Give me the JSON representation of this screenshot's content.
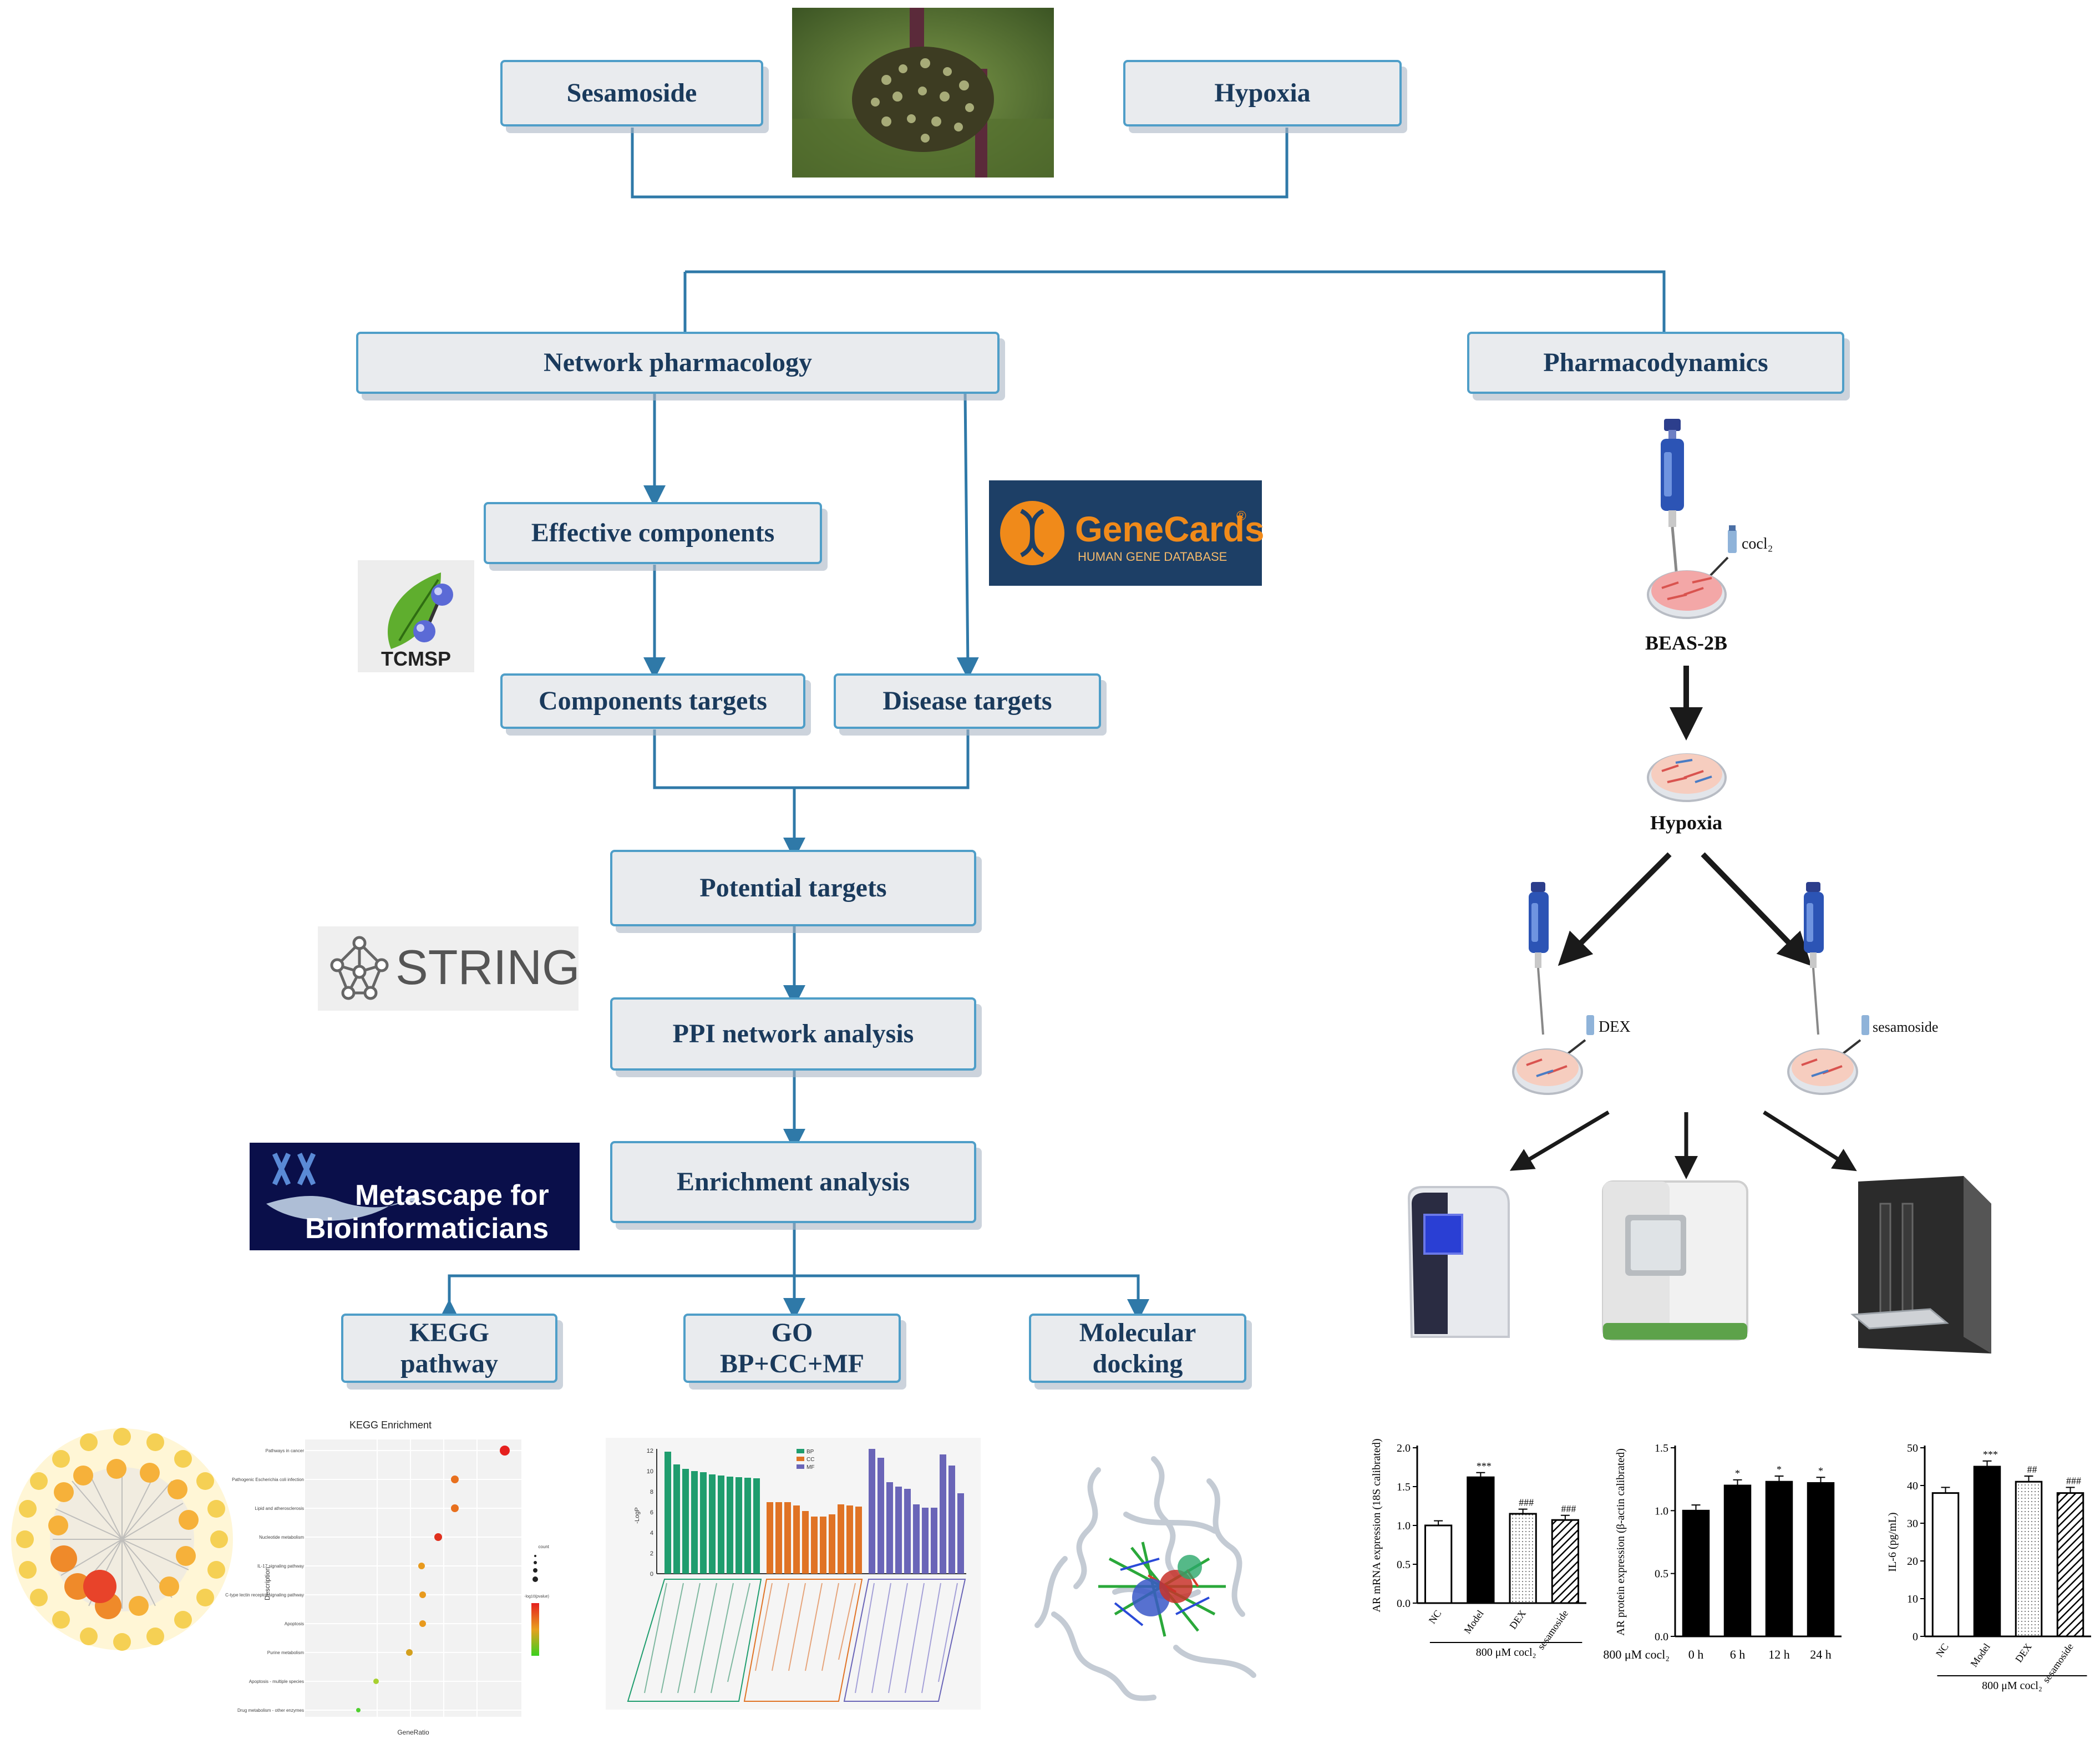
{
  "top": {
    "left_label": "Sesamoside",
    "right_label": "Hypoxia"
  },
  "branches": {
    "network": "Network pharmacology",
    "pharma": "Pharmacodynamics"
  },
  "network": {
    "effective": "Effective components",
    "components_targets": "Components targets",
    "disease_targets": "Disease targets",
    "potential": "Potential targets",
    "ppi": "PPI network analysis",
    "enrichment": "Enrichment analysis",
    "kegg": [
      "KEGG",
      "pathway"
    ],
    "go": [
      "GO",
      "BP+CC+MF"
    ],
    "docking": [
      "Molecular",
      "docking"
    ]
  },
  "logos": {
    "tcmsp": "TCMSP",
    "genecards": "GeneCards",
    "genecards_sub": "HUMAN GENE DATABASE",
    "string": "STRING",
    "metascape": [
      "Metascape for",
      "Bioinformaticians"
    ]
  },
  "pharma": {
    "reagent": "cocl₂",
    "cell_line": "BEAS-2B",
    "hypoxia": "Hypoxia",
    "dex": "DEX",
    "sesamoside": "sesamoside"
  },
  "kegg_plot": {
    "title": "KEGG Enrichment",
    "xlabel": "GeneRatio",
    "ylabel": "Description",
    "terms": [
      "Pathways in cancer",
      "Pathogenic Escherichia coli infection",
      "Lipid and atherosclerosis",
      "Nucleotide metabolism",
      "IL-17 signaling pathway",
      "C-type lectin receptor signaling pathway",
      "Apoptosis",
      "Purine metabolism",
      "Apoptosis - multiple species",
      "Drug metabolism - other enzymes"
    ],
    "legend_count": "count",
    "legend_p": "-log10(pvalue)"
  },
  "go_plot": {
    "legend": [
      "BP",
      "CC",
      "MF"
    ],
    "ylabel": "-LogP",
    "yticks": [
      "0",
      "2",
      "4",
      "6",
      "8",
      "10",
      "12"
    ]
  },
  "chart_data": [
    {
      "type": "bar",
      "ylabel": "AR mRNA expression (18S calibrated)",
      "categories": [
        "NC",
        "Model",
        "DEX",
        "sesamoside"
      ],
      "values": [
        1.0,
        1.62,
        1.15,
        1.07
      ],
      "ylim": [
        0,
        2.0
      ],
      "yticks": [
        "0.0",
        "0.5",
        "1.0",
        "1.5",
        "2.0"
      ],
      "annotations": [
        "***",
        "###",
        "###"
      ],
      "group_label": "800 μM cocl₂"
    },
    {
      "type": "bar",
      "ylabel": "AR protein expression (β-actin calibrated)",
      "categories": [
        "0 h",
        "6 h",
        "12 h",
        "24 h"
      ],
      "values": [
        1.0,
        1.2,
        1.23,
        1.22
      ],
      "ylim": [
        0,
        1.5
      ],
      "yticks": [
        "0.0",
        "0.5",
        "1.0",
        "1.5"
      ],
      "annotations": [
        "*",
        "*",
        "*"
      ],
      "group_label": "800 μM cocl₂"
    },
    {
      "type": "bar",
      "ylabel": "IL-6 (pg/mL)",
      "categories": [
        "NC",
        "Model",
        "DEX",
        "sesamoside"
      ],
      "values": [
        38,
        45,
        41,
        38
      ],
      "ylim": [
        0,
        50
      ],
      "yticks": [
        "0",
        "10",
        "20",
        "30",
        "40",
        "50"
      ],
      "annotations": [
        "***",
        "##",
        "###"
      ],
      "group_label": "800 μM cocl₂"
    }
  ]
}
